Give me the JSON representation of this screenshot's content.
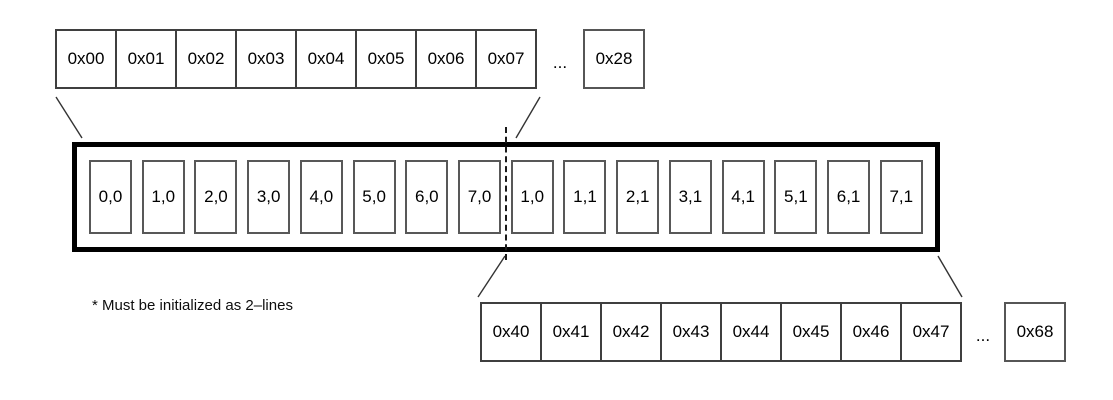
{
  "note": "* Must be initialized as 2–lines",
  "top_row": {
    "cells": [
      "0x00",
      "0x01",
      "0x02",
      "0x03",
      "0x04",
      "0x05",
      "0x06",
      "0x07"
    ],
    "ellipsis": "...",
    "last_cell": "0x28"
  },
  "buffer": {
    "cells": [
      "0,0",
      "1,0",
      "2,0",
      "3,0",
      "4,0",
      "5,0",
      "6,0",
      "7,0",
      "1,0",
      "1,1",
      "2,1",
      "3,1",
      "4,1",
      "5,1",
      "6,1",
      "7,1"
    ]
  },
  "bottom_row": {
    "cells": [
      "0x40",
      "0x41",
      "0x42",
      "0x43",
      "0x44",
      "0x45",
      "0x46",
      "0x47"
    ],
    "ellipsis": "...",
    "last_cell": "0x68"
  },
  "colors": {
    "outline": "#000000",
    "cell_border": "#585858",
    "background": "#ffffff"
  }
}
